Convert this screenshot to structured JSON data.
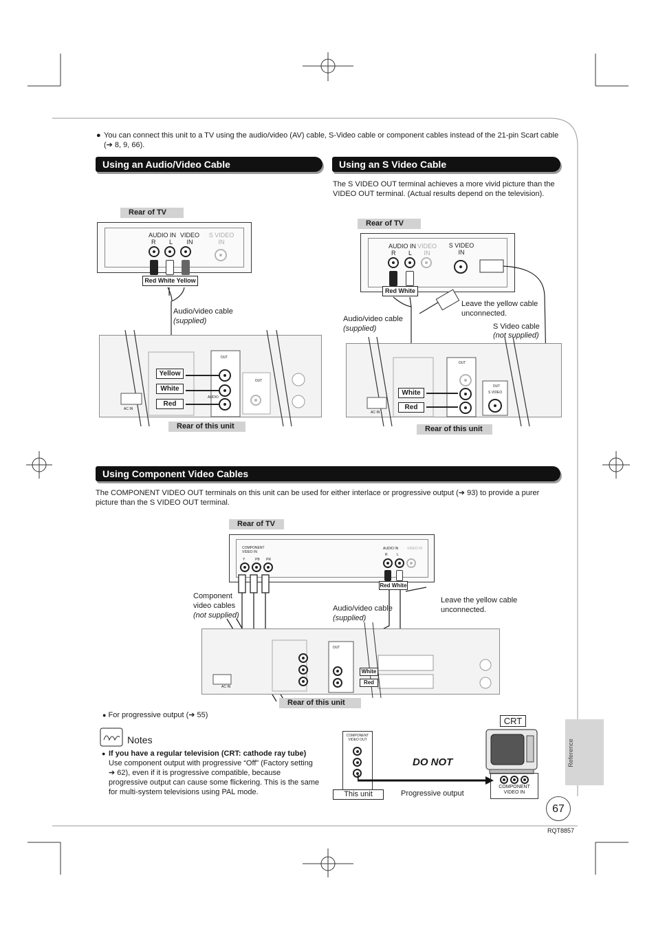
{
  "intro": {
    "text": "You can connect this unit to a TV using the audio/video (AV) cable, S-Video cable or component cables instead of the 21-pin Scart cable (➔ 8, 9, 66)."
  },
  "sections": {
    "av": {
      "title": "Using an Audio/Video Cable",
      "rear_tv": "Rear of TV",
      "audio_in": "AUDIO IN",
      "r": "R",
      "l": "L",
      "video_in": "VIDEO IN",
      "s_video_in": "S VIDEO IN",
      "plug_label": "Red White Yellow",
      "cable_label": "Audio/video cable",
      "cable_note": "(supplied)",
      "yellow": "Yellow",
      "white": "White",
      "red": "Red",
      "out": "OUT",
      "audio": "AUDIO",
      "ac_in": "AC IN",
      "rear_unit": "Rear of this unit"
    },
    "svideo": {
      "title": "Using an S Video Cable",
      "description": "The S VIDEO OUT terminal achieves a more vivid picture than the VIDEO OUT terminal. (Actual results depend on the television).",
      "rear_tv": "Rear of TV",
      "audio_in": "AUDIO IN",
      "r": "R",
      "l": "L",
      "video_in": "VIDEO IN",
      "s_video_in": "S VIDEO IN",
      "plug_label": "Red White",
      "leave_yellow": "Leave the yellow cable unconnected.",
      "cable_label": "Audio/video cable",
      "cable_note": "(supplied)",
      "s_cable_label": "S Video cable",
      "s_cable_note": "(not supplied)",
      "white": "White",
      "red": "Red",
      "out": "OUT",
      "s_video": "S VIDEO",
      "ac_in": "AC IN",
      "rear_unit": "Rear of this unit"
    },
    "component": {
      "title": "Using Component Video Cables",
      "description": "The COMPONENT VIDEO OUT terminals on this unit can be used for either interlace or progressive output (➔ 93) to provide a purer picture than the S VIDEO OUT terminal.",
      "rear_tv": "Rear of TV",
      "comp_video_in": "COMPONENT VIDEO IN",
      "y": "Y",
      "pb": "PB",
      "pr": "PR",
      "audio_in": "AUDIO IN",
      "r": "R",
      "l": "L",
      "video_in": "VIDEO IN",
      "plug_label": "Red White",
      "comp_cables": "Component video cables",
      "comp_note": "(not supplied)",
      "av_cable": "Audio/video cable",
      "av_note": "(supplied)",
      "leave_yellow": "Leave the yellow cable unconnected.",
      "white": "White",
      "red": "Red",
      "out": "OUT",
      "ac_in": "AC IN",
      "rear_unit": "Rear of this unit",
      "progressive_note": "For progressive output (➔ 55)"
    }
  },
  "notes": {
    "title": "Notes",
    "heading": "If you have a regular television (CRT: cathode ray tube)",
    "body": "Use component output with progressive “Off” (Factory setting ➔ 62), even if it is progressive compatible, because progressive output can cause some flickering. This is the same for multi-system televisions using PAL mode."
  },
  "crt_diagram": {
    "crt_label": "CRT",
    "do_not": "DO NOT",
    "comp_out": "COMPONENT VIDEO OUT",
    "this_unit": "This unit",
    "progressive_output": "Progressive output",
    "comp_in": "COMPONENT VIDEO IN"
  },
  "side_tab": "Reference",
  "page_number": "67",
  "doc_code": "RQT8857"
}
